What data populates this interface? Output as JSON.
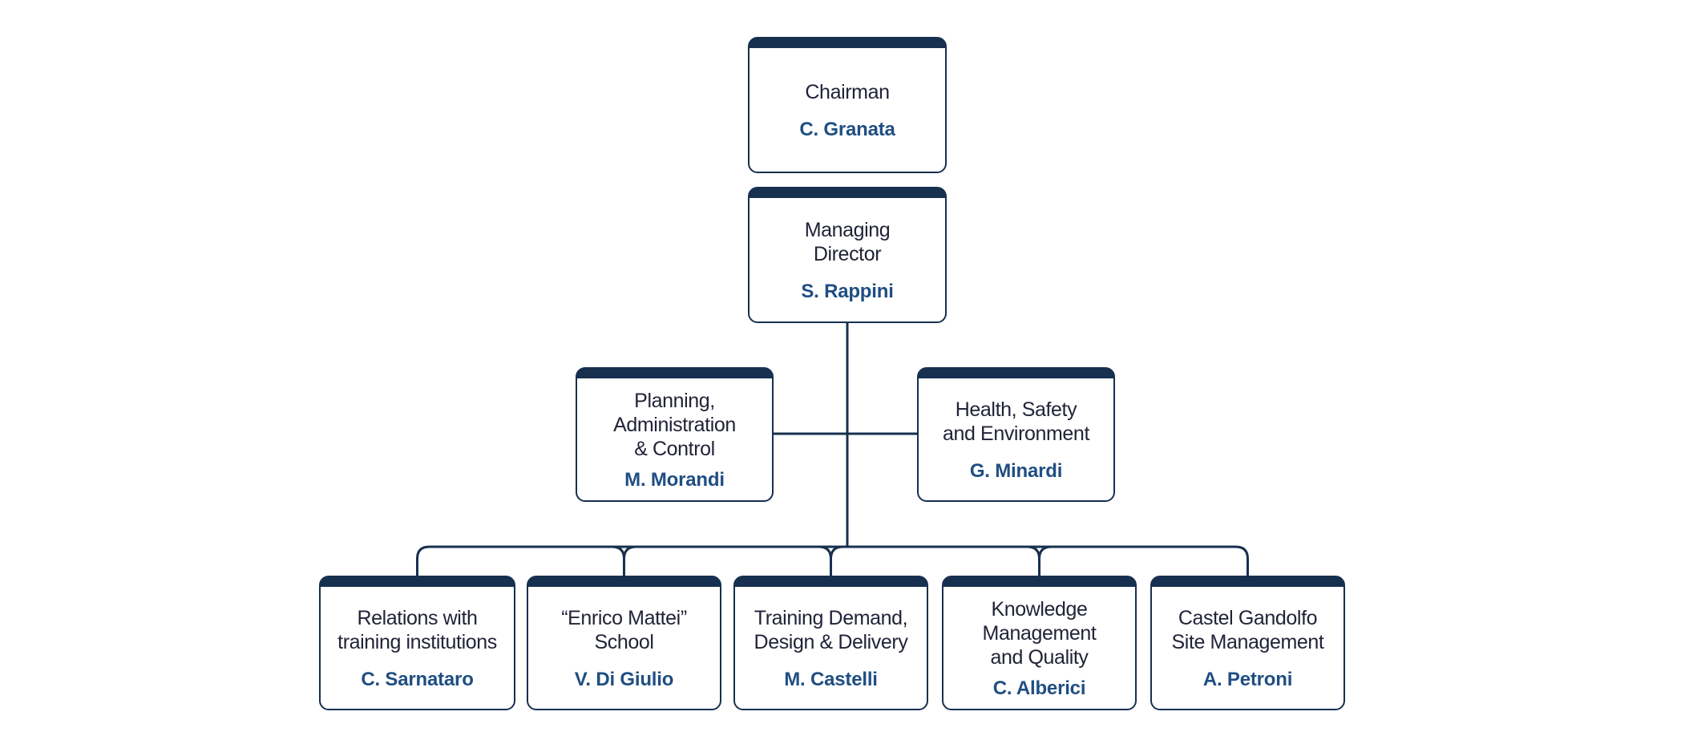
{
  "palette": {
    "navy": "#17304F",
    "title": "#212337",
    "name": "#1F4E82",
    "bg": "#FFFFFF"
  },
  "chart_type": "org-chart",
  "nodes": {
    "chairman": {
      "title": "Chairman",
      "name": "C. Granata"
    },
    "md": {
      "title": "Managing\nDirector",
      "name": "S. Rappini"
    },
    "planning": {
      "title": "Planning,\nAdministration\n& Control",
      "name": "M. Morandi"
    },
    "hse": {
      "title": "Health, Safety\nand Environment",
      "name": "G. Minardi"
    },
    "relations": {
      "title": "Relations with\ntraining institutions",
      "name": "C. Sarnataro"
    },
    "school": {
      "title": "“Enrico Mattei”\nSchool",
      "name": "V. Di Giulio"
    },
    "training": {
      "title": "Training Demand,\nDesign & Delivery",
      "name": "M. Castelli"
    },
    "knowledge": {
      "title": "Knowledge\nManagement\nand Quality",
      "name": "C. Alberici"
    },
    "castel": {
      "title": "Castel Gandolfo\nSite Management",
      "name": "A. Petroni"
    }
  },
  "hierarchy": {
    "root": "chairman",
    "edges": [
      [
        "chairman",
        "md"
      ],
      [
        "md",
        "planning"
      ],
      [
        "md",
        "hse"
      ],
      [
        "md",
        "relations"
      ],
      [
        "md",
        "school"
      ],
      [
        "md",
        "training"
      ],
      [
        "md",
        "knowledge"
      ],
      [
        "md",
        "castel"
      ]
    ]
  }
}
